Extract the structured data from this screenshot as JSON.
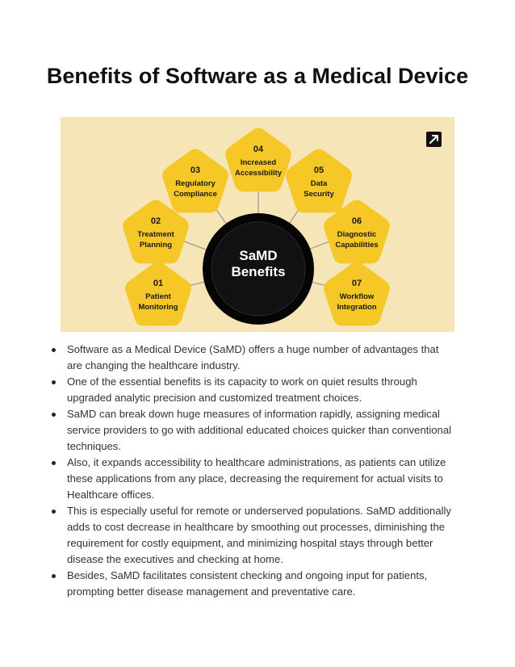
{
  "title": "Benefits of Software as a Medical Device",
  "colors": {
    "panel_background": "#f6e5b6",
    "pentagon_fill": "#f5c727",
    "hub_fill": "#111111",
    "hub_ring": "#050505"
  },
  "infographic": {
    "hub": {
      "line1": "SaMD",
      "line2": "Benefits"
    },
    "corner_icon": "external-link-arrow-icon",
    "items": [
      {
        "num": "01",
        "line1": "Patient",
        "line2": "Monitoring"
      },
      {
        "num": "02",
        "line1": "Treatment",
        "line2": "Planning"
      },
      {
        "num": "03",
        "line1": "Regulatory",
        "line2": "Compliance"
      },
      {
        "num": "04",
        "line1": "Increased",
        "line2": "Accessibility"
      },
      {
        "num": "05",
        "line1": "Data",
        "line2": "Security"
      },
      {
        "num": "06",
        "line1": "Diagnostic",
        "line2": "Capabilities"
      },
      {
        "num": "07",
        "line1": "Workflow",
        "line2": "Integration"
      }
    ]
  },
  "bullets": [
    "Software as a Medical Device (SaMD) offers a huge number of advantages that are changing the healthcare industry.",
    "One of the essential benefits is its capacity to work on quiet results through upgraded analytic precision and customized treatment choices.",
    "SaMD can break down huge measures of information rapidly, assigning medical service providers to go with additional educated choices quicker than conventional techniques.",
    "Also, it expands accessibility to healthcare administrations, as patients can utilize these applications from any place, decreasing the requirement for actual visits to Healthcare offices.",
    "This is especially useful for remote or underserved populations. SaMD additionally adds to cost decrease in healthcare by smoothing out processes, diminishing the requirement for costly equipment, and minimizing hospital stays through better disease the executives and checking at home.",
    "Besides, SaMD facilitates consistent checking and ongoing input for patients, prompting better disease management and preventative care."
  ]
}
